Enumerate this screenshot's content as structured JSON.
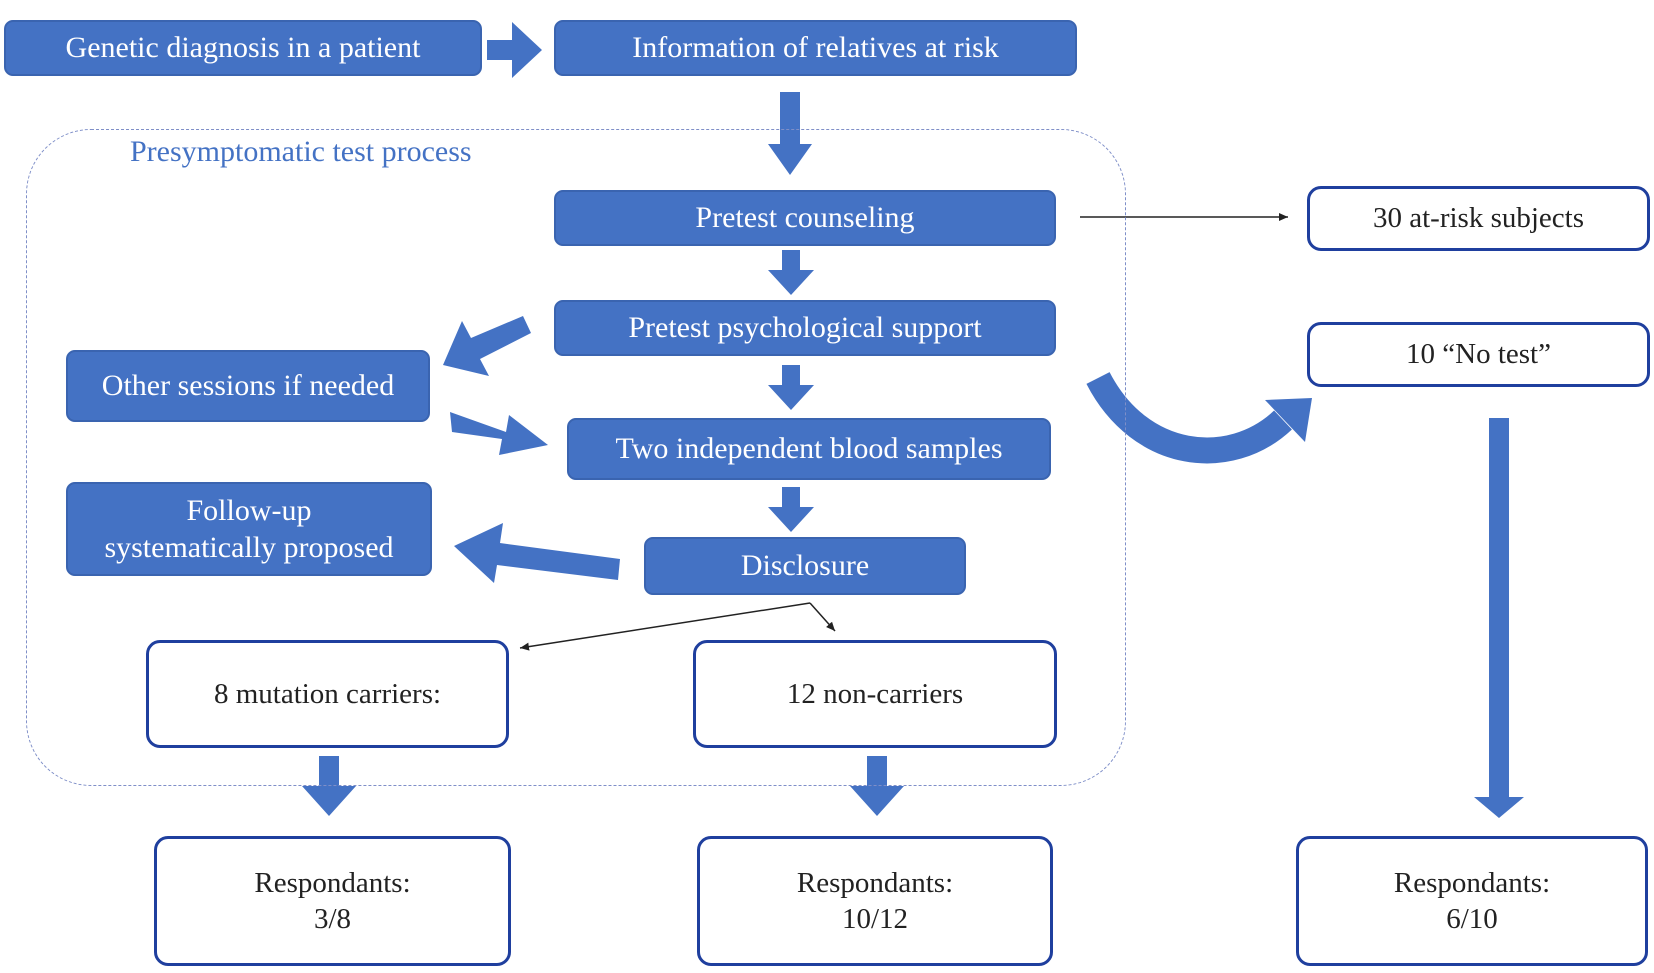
{
  "colors": {
    "fill": "#4472c4",
    "outline": "#1f3f9e",
    "frame": "#7f8fc8"
  },
  "top": {
    "diagnosis": "Genetic diagnosis in a patient",
    "information": "Information of relatives at risk"
  },
  "process": {
    "label": "Presymptomatic test process",
    "pretest_counseling": "Pretest counseling",
    "psych_support": "Pretest psychological support",
    "other_sessions": "Other sessions if needed",
    "blood_samples": "Two independent blood samples",
    "follow_up_line1": "Follow-up",
    "follow_up_line2": "systematically proposed",
    "disclosure": "Disclosure"
  },
  "outcomes": {
    "at_risk": "30 at-risk subjects",
    "no_test": "10 “No test”",
    "carriers": "8 mutation carriers:",
    "non_carriers": "12 non-carriers"
  },
  "respondents": {
    "carriers_label": "Respondants:",
    "carriers_value": "3/8",
    "non_carriers_label": "Respondants:",
    "non_carriers_value": "10/12",
    "no_test_label": "Respondants:",
    "no_test_value": "6/10"
  }
}
